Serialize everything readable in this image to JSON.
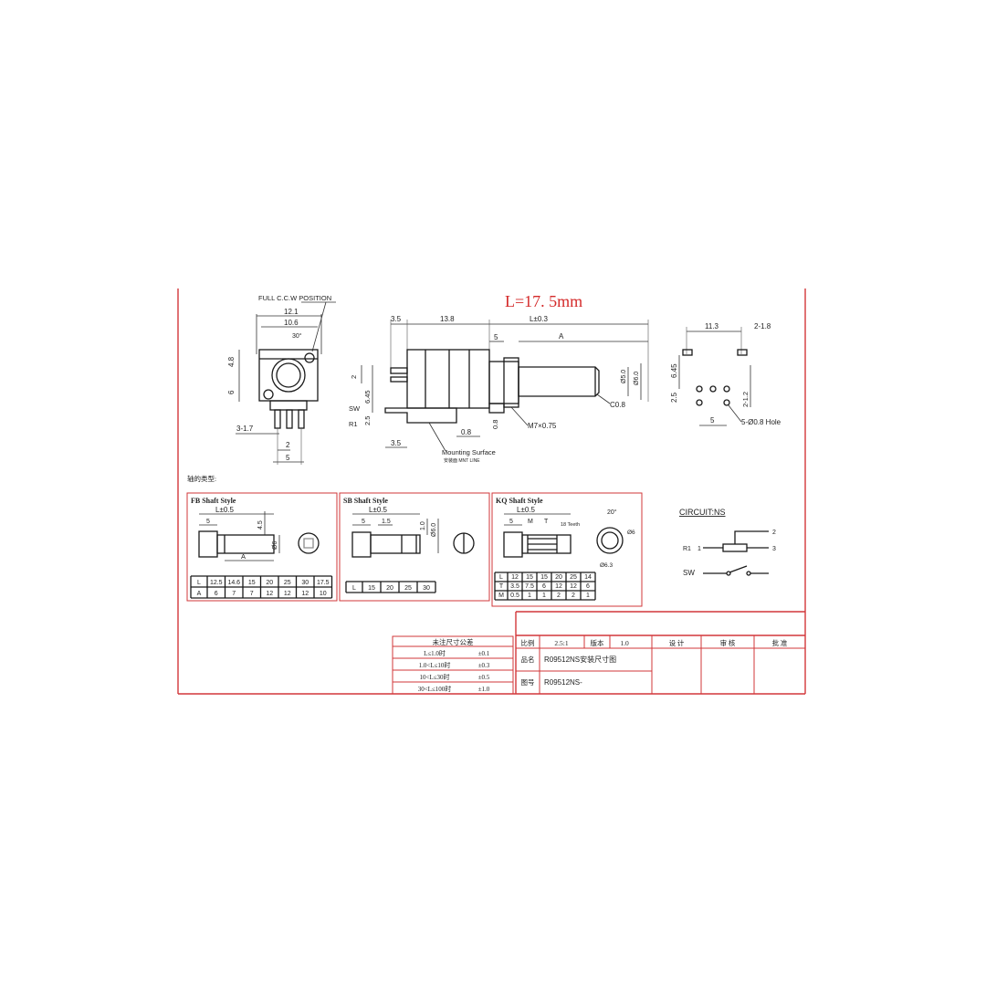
{
  "headline": "L=17. 5mm",
  "colors": {
    "frame": "#d2373a",
    "headline": "#d42a2a",
    "ink": "#1a1a1a"
  },
  "front_view": {
    "full_ccw": "FULL C.C.W POSITION",
    "w_12_1": "12.1",
    "w_10_6": "10.6",
    "angle_30": "30°",
    "h_4_8": "4.8",
    "h_6": "6",
    "pins": "3-1.7",
    "pitch_2": "2",
    "pitch_5": "5"
  },
  "side_view": {
    "d3_5": "3.5",
    "d13_8": "13.8",
    "l_tol": "L±0.3",
    "d5": "5",
    "a": "A",
    "d2": "2",
    "d6_45": "6.45",
    "d2_5": "2.5",
    "sw": "SW",
    "r1": "R1",
    "d0_8a": "0.8",
    "d0_8b": "0.8",
    "d3_5b": "3.5",
    "phi5": "Ø5.0",
    "phi6": "Ø6.0",
    "c0_8": "C0.8",
    "thread": "M7×0.75",
    "mounting": "Mounting Surface",
    "mounting_sub": "安装面 MNT LINE"
  },
  "pcb_view": {
    "d11_3": "11.3",
    "d2_1_8": "2-1.8",
    "d6_45": "6.45",
    "d2_5": "2.5",
    "d2_1_2": "2-1.2",
    "d5": "5",
    "holes": "5-Ø0.8 Hole"
  },
  "shaft_types_label": "轴的类型:",
  "fb": {
    "title": "FB Shaft Style",
    "l_tol": "L±0.5",
    "d5": "5",
    "d4_5": "4.5",
    "phi6": "Ø6",
    "a": "A",
    "table": {
      "row1_head": "L",
      "row1": [
        "12.5",
        "14.6",
        "15",
        "20",
        "25",
        "30",
        "17.5"
      ],
      "row2_head": "A",
      "row2": [
        "6",
        "7",
        "7",
        "12",
        "12",
        "12",
        "10"
      ]
    }
  },
  "sb": {
    "title": "SB Shaft Style",
    "l_tol": "L±0.5",
    "d5": "5",
    "d1_5": "1.5",
    "d1_0": "1.0",
    "phi6": "Ø6.0",
    "table": {
      "row1_head": "L",
      "row1": [
        "15",
        "20",
        "25",
        "30"
      ]
    }
  },
  "kq": {
    "title": "KQ Shaft Style",
    "l_tol": "L±0.5",
    "d5": "5",
    "m": "M",
    "t": "T",
    "teeth": "18 Teeth",
    "angle": "20°",
    "phi6": "Ø6",
    "phi6_3": "Ø6.3",
    "table": {
      "row1_head": "L",
      "row1": [
        "12",
        "15",
        "15",
        "20",
        "25",
        "14"
      ],
      "row2_head": "T",
      "row2": [
        "3.5",
        "7.5",
        "6",
        "12",
        "12",
        "6"
      ],
      "row3_head": "M",
      "row3": [
        "0.5",
        "1",
        "1",
        "2",
        "2",
        "1"
      ]
    }
  },
  "circuit": {
    "title": "CIRCUIT:NS",
    "r1": "R1",
    "pin1": "1",
    "pin2": "2",
    "pin3": "3",
    "sw": "SW"
  },
  "tolerance": {
    "header": "未注尺寸公差",
    "rows": [
      {
        "range": "L≤1.0时",
        "tol": "±0.1"
      },
      {
        "range": "1.0<L≤10时",
        "tol": "±0.3"
      },
      {
        "range": "10<L≤30时",
        "tol": "±0.5"
      },
      {
        "range": "30<L≤100时",
        "tol": "±1.0"
      }
    ]
  },
  "title_block": {
    "scale_label": "比例",
    "scale": "2.5:1",
    "version_label": "版本",
    "version": "1.0",
    "design": "设 计",
    "review": "审 核",
    "approve": "批 准",
    "name_label": "品名",
    "name": "R09512NS安装尺寸图",
    "drawing_label": "图号",
    "drawing_no": "R09512NS-"
  }
}
